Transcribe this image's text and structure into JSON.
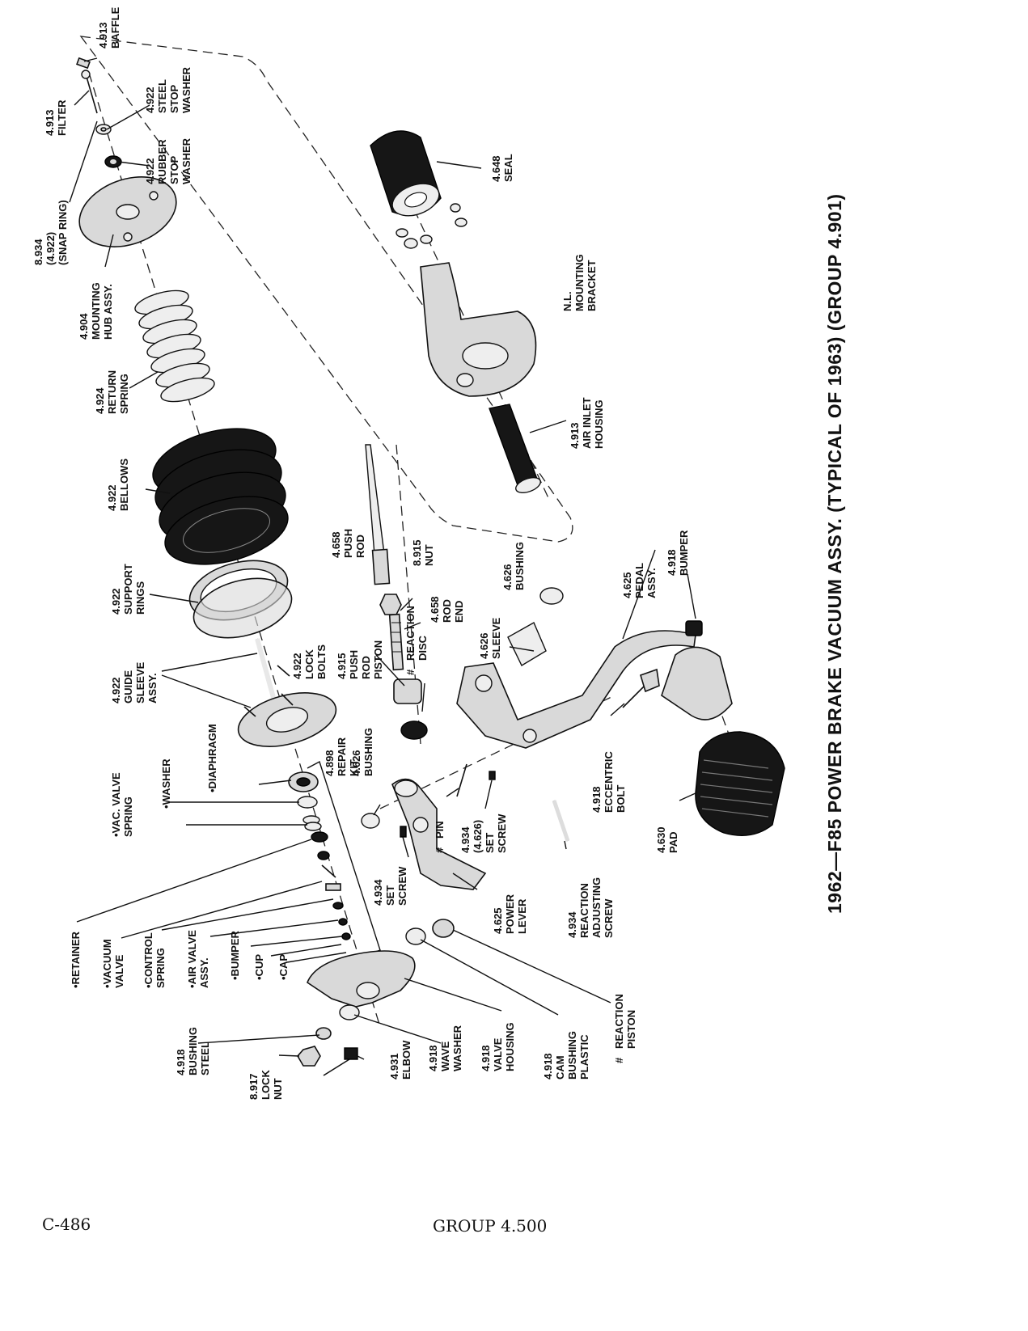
{
  "title": "1962—F85 POWER BRAKE VACUUM ASSY. (TYPICAL OF 1963) (GROUP 4.901)",
  "footer": {
    "page_code": "C-486",
    "group": "GROUP 4.500"
  },
  "labels": {
    "baffle": [
      "4.913",
      "BAFFLE"
    ],
    "filter": [
      "4.913",
      "FILTER"
    ],
    "steel_stop_washer": [
      "4.922",
      "STEEL",
      "STOP",
      "WASHER"
    ],
    "rubber_stop_washer": [
      "4.922",
      "RUBBER",
      "STOP",
      "WASHER"
    ],
    "snap_ring": [
      "8.934",
      "(4.922)",
      "(SNAP RING)"
    ],
    "mounting_hub": [
      "4.904",
      "MOUNTING",
      "HUB ASSY."
    ],
    "return_spring": [
      "4.924",
      "RETURN",
      "SPRING"
    ],
    "bellows": [
      "4.922",
      "BELLOWS"
    ],
    "support_rings": [
      "4.922",
      "SUPPORT",
      "RINGS"
    ],
    "lock_bolts": [
      "4.922",
      "LOCK",
      "BOLTS"
    ],
    "guide_sleeve": [
      "4.922",
      "GUIDE",
      "SLEEVE",
      "ASSY."
    ],
    "seal": [
      "4.648",
      "SEAL"
    ],
    "mounting_bracket": [
      "N.L.",
      "MOUNTING",
      "BRACKET"
    ],
    "air_inlet_housing": [
      "4.913",
      "AIR INLET",
      "HOUSING"
    ],
    "push_rod": [
      "4.658",
      "PUSH",
      "ROD"
    ],
    "nut": [
      "8.915",
      "NUT"
    ],
    "rod_end": [
      "4.658",
      "ROD",
      "END"
    ],
    "push_rod_piston": [
      "4.915",
      "PUSH",
      "ROD",
      "PISTON"
    ],
    "reaction_disc": [
      "#",
      "REACTION",
      "DISC"
    ],
    "bushing_626": [
      "4.626",
      "BUSHING"
    ],
    "sleeve": [
      "4.626",
      "SLEEVE"
    ],
    "pedal_assy": [
      "4.625",
      "PEDAL",
      "ASSY."
    ],
    "bumper_918": [
      "4.918",
      "BUMPER"
    ],
    "diaphragm": [
      "•DIAPHRAGM"
    ],
    "washer": [
      "•WASHER"
    ],
    "vac_valve_spring": [
      "•VAC. VALVE",
      "SPRING"
    ],
    "repair_kit": [
      "4.898",
      "REPAIR",
      "KIT"
    ],
    "bushing_lever": [
      "4.626",
      "BUSHING"
    ],
    "pin": [
      "#",
      "PIN"
    ],
    "set_screw_4626": [
      "4.934",
      "(4.626)",
      "SET",
      "SCREW"
    ],
    "eccentric_bolt": [
      "4.918",
      "ECCENTRIC",
      "BOLT"
    ],
    "pad": [
      "4.630",
      "PAD"
    ],
    "set_screw": [
      "4.934",
      "SET",
      "SCREW"
    ],
    "power_lever": [
      "4.625",
      "POWER",
      "LEVER"
    ],
    "reaction_adjusting_screw": [
      "4.934",
      "REACTION",
      "ADJUSTING",
      "SCREW"
    ],
    "retainer": [
      "•RETAINER"
    ],
    "vacuum_valve": [
      "•VACUUM",
      "VALVE"
    ],
    "control_spring": [
      "•CONTROL",
      "SPRING"
    ],
    "air_valve_assy": [
      "•AIR VALVE",
      "ASSY."
    ],
    "bumper_dot": [
      "•BUMPER"
    ],
    "cup": [
      "•CUP"
    ],
    "cap": [
      "•CAP"
    ],
    "bushing_steel": [
      "4.918",
      "BUSHING",
      "STEEL"
    ],
    "lock_nut": [
      "8.917",
      "LOCK",
      "NUT"
    ],
    "elbow": [
      "4.931",
      "ELBOW"
    ],
    "wave_washer": [
      "4.918",
      "WAVE",
      "WASHER"
    ],
    "valve_housing": [
      "4.918",
      "VALVE",
      "HOUSING"
    ],
    "cam_bushing": [
      "4.918",
      "CAM",
      "BUSHING",
      "PLASTIC"
    ],
    "reaction_piston": [
      "#",
      "REACTION",
      "PISTON"
    ]
  }
}
